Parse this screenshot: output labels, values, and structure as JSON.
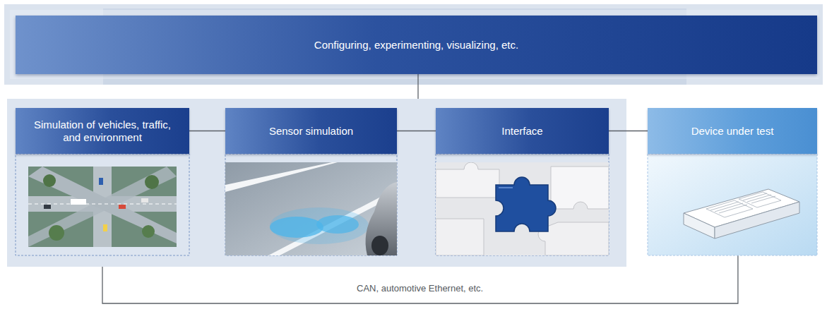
{
  "diagram": {
    "nodes": [
      {
        "text": [
          "Configuring, experimenting, visualizing, etc."
        ]
      },
      {
        "text": [
          "Simulation of vehicles, traffic, and environment"
        ]
      },
      {
        "text": [
          "Sensor simulation"
        ]
      },
      {
        "text": [
          "Interface"
        ]
      },
      {
        "text": [
          "Device under test"
        ]
      }
    ],
    "edges": [
      {
        "from": 1,
        "to": 2,
        "arrow": "none"
      },
      {
        "from": 2,
        "to": 3,
        "arrow": "none"
      },
      {
        "from": 3,
        "to": 4,
        "arrow": "none"
      },
      {
        "from": 1,
        "to": 4,
        "arrow": "none",
        "label": "CAN, automotive Ethernet, etc."
      }
    ]
  }
}
